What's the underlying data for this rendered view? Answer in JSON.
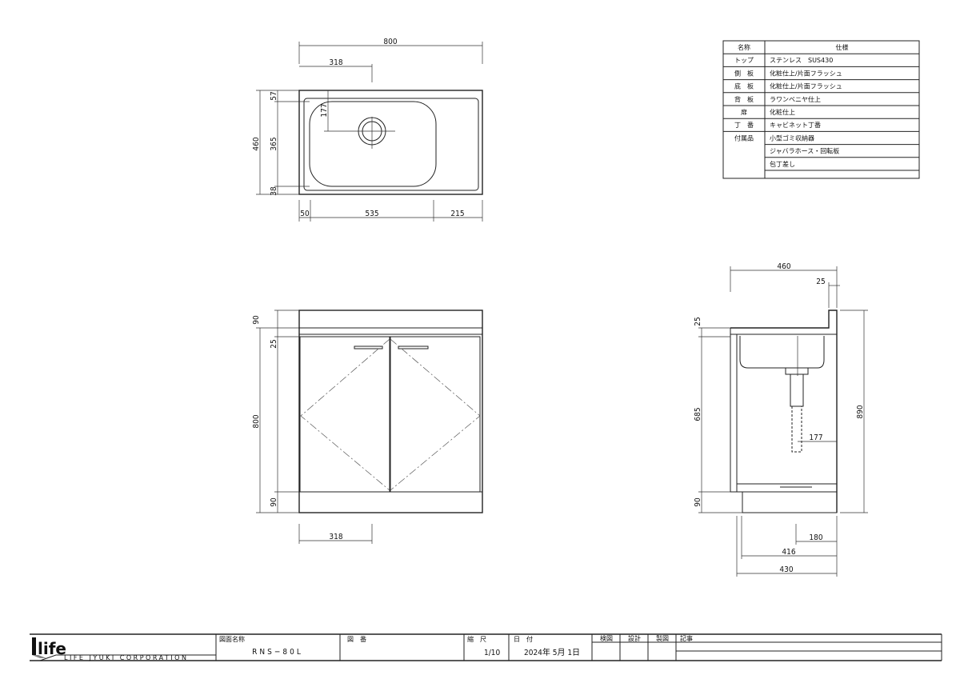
{
  "top_view": {
    "overall_width": "800",
    "drain_offset": "318",
    "depth": "460",
    "rim_back": "57",
    "bowl_depth": "365",
    "rim_front": "38",
    "drain_from_back": "177",
    "left_margin": "50",
    "bowl_width": "535",
    "right_margin": "215"
  },
  "front_view": {
    "top_height": "90",
    "gap": "25",
    "body_height": "800",
    "plinth": "90",
    "handle_offset": "318"
  },
  "side_view": {
    "depth": "460",
    "backsplash": "25",
    "top_gap": "25",
    "body": "685",
    "plinth": "90",
    "total_height": "890",
    "drain_from_back": "177",
    "dim_180": "180",
    "dim_416": "416",
    "dim_430": "430"
  },
  "spec_table": {
    "header": [
      "名称",
      "仕様"
    ],
    "rows": [
      [
        "トップ",
        "ステンレス　SUS430"
      ],
      [
        "側　板",
        "化粧仕上/片面フラッシュ"
      ],
      [
        "底　板",
        "化粧仕上/片面フラッシュ"
      ],
      [
        "背　板",
        "ラワンベニヤ仕上"
      ],
      [
        "扉",
        "化粧仕上"
      ],
      [
        "丁　番",
        "キャビネット丁番"
      ],
      [
        "付属品",
        "小型ゴミ収納器"
      ],
      [
        "",
        "ジャバラホース・回転板"
      ],
      [
        "",
        "包丁差し"
      ],
      [
        "",
        ""
      ]
    ]
  },
  "title_block": {
    "logo": "life",
    "company": "LIFE JYUKI CORPORATION",
    "drawing_name_label": "図面名称",
    "drawing_name": "RNS−80L",
    "drawing_no_label": "図　番",
    "scale_label": "縮　尺",
    "scale": "1/10",
    "date_label": "日　付",
    "date": "2024年 5月 1日",
    "check_label": "検図",
    "design_label": "設計",
    "draft_label": "製図",
    "notes_label": "記事"
  }
}
